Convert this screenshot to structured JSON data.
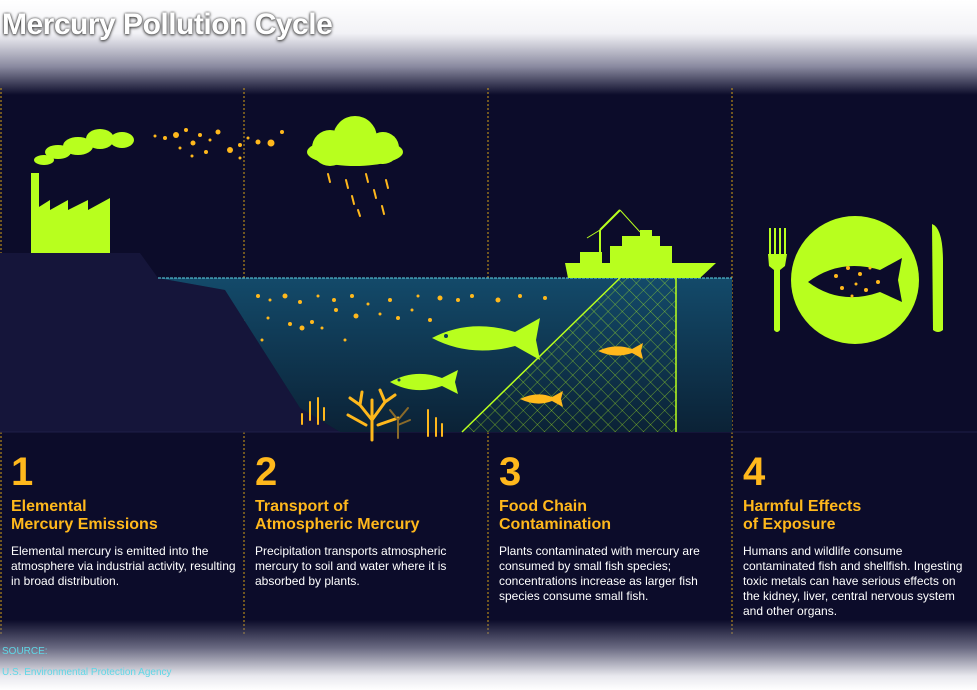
{
  "title": "Mercury Pollution Cycle",
  "steps": [
    {
      "number": "1",
      "heading_line1": "Elemental",
      "heading_line2": "Mercury Emissions",
      "description": "Elemental mercury is emitted into the atmosphere via industrial activity, resulting in broad distribution."
    },
    {
      "number": "2",
      "heading_line1": "Transport of",
      "heading_line2": "Atmospheric Mercury",
      "description": "Precipitation transports atmospheric mercury to soil and water where it is absorbed by plants."
    },
    {
      "number": "3",
      "heading_line1": "Food Chain",
      "heading_line2": "Contamination",
      "description": "Plants contaminated with mercury are consumed by small fish species; concentrations increase as larger fish species consume small fish."
    },
    {
      "number": "4",
      "heading_line1": "Harmful Effects",
      "heading_line2": "of Exposure",
      "description": "Humans and wildlife consume contaminated fish and shellfish. Ingesting toxic metals can have serious effects on the kidney, liver, central nervous system and other organs."
    }
  ],
  "source": {
    "label": "SOURCE:",
    "name": "U.S. Environmental Protection Agency"
  },
  "colors": {
    "background": "#0c0c2a",
    "accent_green": "#b8ff1e",
    "accent_orange": "#ffb81c",
    "water": "#0e3a56",
    "source_text": "#5fd7e6"
  },
  "icons": [
    "factory-icon",
    "smoke-icon",
    "cloud-icon",
    "rain-icon",
    "boat-icon",
    "fishing-net-icon",
    "coral-icon",
    "fish-icon",
    "plate-icon",
    "fork-icon",
    "knife-icon"
  ]
}
